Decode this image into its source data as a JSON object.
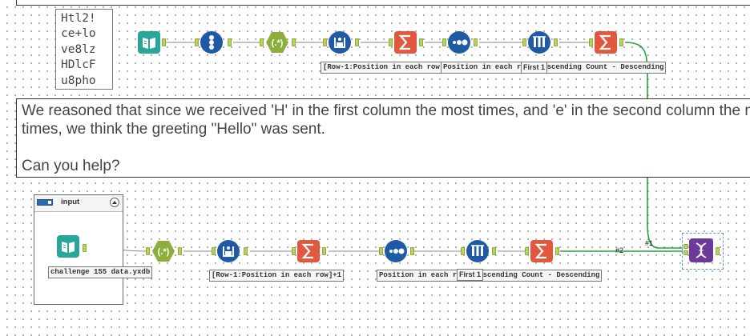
{
  "cipher_box": {
    "lines": [
      "Htl2!",
      "ce+lo",
      "ve8lz",
      "HDlcF",
      "u8pho"
    ]
  },
  "comment": {
    "line1": "We reasoned that since we received 'H' in the first column the most times, and 'e' in the second column the most",
    "line2": "times, we think the greeting \"Hello\" was sent.",
    "line3": "Can you help?"
  },
  "container": {
    "title": "input"
  },
  "labels": {
    "top_formula": "[Row-1:Position\nin each row]+1",
    "top_sort": "Position in each\nrow - Ascending\nCount -\nDescending",
    "top_sample": "First 1",
    "input_file": "challenge 155\ndata.yxdb",
    "bot_formula": "[Row-1:Position\nin each row]+1",
    "bot_sort": "Position in each\nrow - Ascending\nCount -\nDescending",
    "bot_sample": "First 1"
  },
  "connections": {
    "join_1": "#1",
    "join_2": "#2"
  },
  "icons": {
    "input": "book-icon",
    "record_id": "numbered-list-icon",
    "regex": "regex-icon",
    "formula": "formula-flask-icon",
    "summarize": "sigma-icon",
    "sort": "dots-sort-icon",
    "sample": "test-tubes-icon",
    "join": "dna-append-icon"
  },
  "colors": {
    "input_teal": "#29a59a",
    "preparation_blue": "#1e5aa5",
    "parse_green": "#8cae3a",
    "transform_orange": "#e2583e",
    "join_purple": "#6d3a99",
    "connection_green": "#27a53a"
  }
}
